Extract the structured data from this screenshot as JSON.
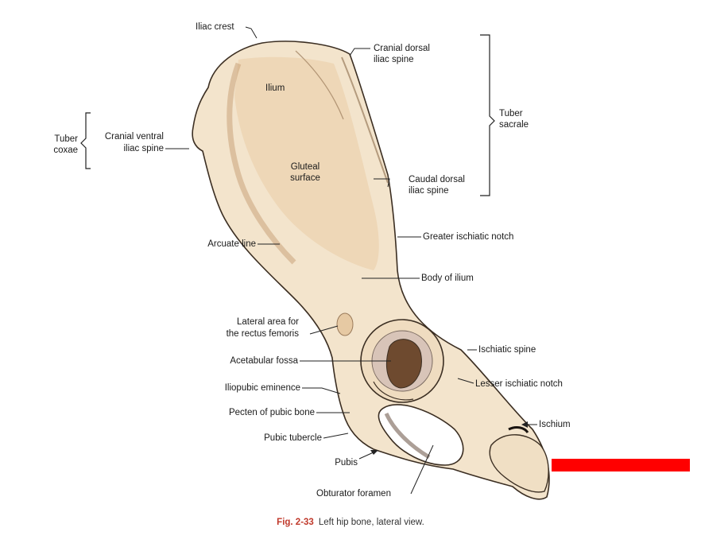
{
  "colors": {
    "bone_fill": "#f3e4cc",
    "bone_shadow": "#d9bf97",
    "bone_outline": "#3b2e22",
    "fossa": "#6e4a2f",
    "highlight": "#ff0000",
    "caption_number": "#c0392b"
  },
  "labels": {
    "iliac_crest": "Iliac crest",
    "cranial_dorsal_1": "Cranial dorsal",
    "cranial_dorsal_2": "iliac spine",
    "tuber_sacrale_1": "Tuber",
    "tuber_sacrale_2": "sacrale",
    "ilium": "Ilium",
    "tuber_coxae_1": "Tuber",
    "tuber_coxae_2": "coxae",
    "cranial_ventral_1": "Cranial ventral",
    "cranial_ventral_2": "iliac spine",
    "gluteal_1": "Gluteal",
    "gluteal_2": "surface",
    "caudal_dorsal_1": "Caudal dorsal",
    "caudal_dorsal_2": "iliac spine",
    "greater_ischiatic_notch": "Greater ischiatic notch",
    "arcuate_line": "Arcuate line",
    "body_of_ilium": "Body of ilium",
    "lateral_area_1": "Lateral area for",
    "lateral_area_2": "the rectus femoris",
    "ischiatic_spine": "Ischiatic spine",
    "acetabular_fossa": "Acetabular fossa",
    "lesser_ischiatic_notch": "Lesser ischiatic notch",
    "iliopubic_eminence": "Iliopubic eminence",
    "pecten": "Pecten of pubic bone",
    "ischium": "Ischium",
    "pubic_tubercle": "Pubic tubercle",
    "pubis": "Pubis",
    "obturator_foramen": "Obturator foramen"
  },
  "caption": {
    "number": "Fig. 2-33",
    "text": "Left hip bone, lateral view."
  }
}
